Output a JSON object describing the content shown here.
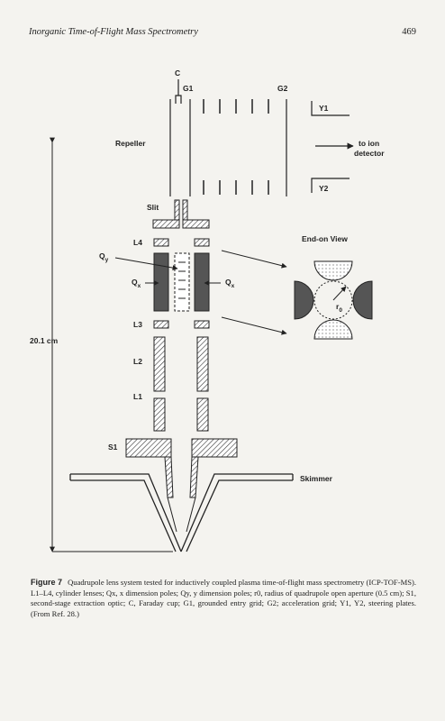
{
  "header": {
    "running_title": "Inorganic Time-of-Flight Mass Spectrometry",
    "page_number": "469"
  },
  "figure": {
    "labels": {
      "c": "C",
      "g1": "G1",
      "g2": "G2",
      "y1": "Y1",
      "y2": "Y2",
      "repeller": "Repeller",
      "to_ion": "to ion",
      "detector": "detector",
      "slit": "Slit",
      "l4": "L4",
      "l3": "L3",
      "l2": "L2",
      "l1": "L1",
      "s1": "S1",
      "qy": "Q",
      "qy_sub": "y",
      "qx_left": "Q",
      "qx_left_sub": "x",
      "qx_right": "Q",
      "qx_right_sub": "x",
      "end_on_view": "End-on View",
      "r0": "r",
      "r0_sub": "0",
      "distance": "20.1 cm",
      "skimmer": "Skimmer"
    }
  },
  "caption": {
    "label": "Figure 7",
    "text": "Quadrupole lens system tested for inductively coupled plasma time-of-flight mass spectrometry (ICP-TOF-MS). L1–L4, cylinder lenses; Qx, x dimension poles; Qy, y dimension poles; r0, radius of quadrupole open aperture (0.5 cm); S1, second-stage extraction optic; C, Faraday cup; G1, grounded entry grid; G2; acceleration grid; Y1, Y2, steering plates. (From Ref. 28.)"
  }
}
